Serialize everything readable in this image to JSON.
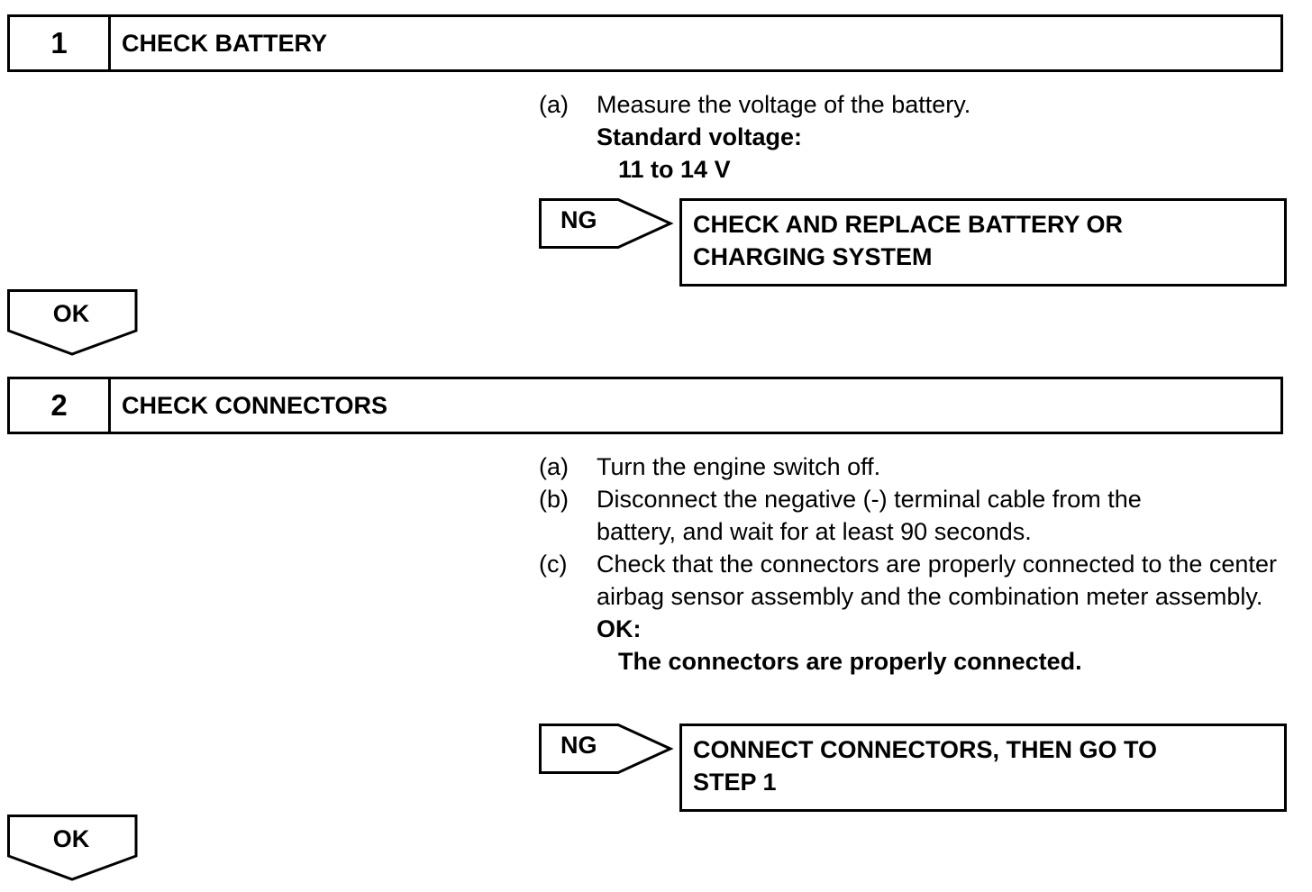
{
  "steps": [
    {
      "number": "1",
      "title": "CHECK BATTERY",
      "instructions": [
        {
          "letter": "(a)",
          "text": "Measure the voltage of the battery."
        }
      ],
      "spec_label": "Standard voltage:",
      "spec_value": "11 to 14 V",
      "ng_label": "NG",
      "ng_action_line1": "CHECK AND REPLACE BATTERY OR",
      "ng_action_line2": "CHARGING SYSTEM",
      "ok_label": "OK"
    },
    {
      "number": "2",
      "title": "CHECK CONNECTORS",
      "instructions": [
        {
          "letter": "(a)",
          "text": "Turn the engine switch off."
        },
        {
          "letter": "(b)",
          "text": "Disconnect the negative (-) terminal cable from the battery, and wait for at least 90 seconds."
        },
        {
          "letter": "(c)",
          "text": "Check that the connectors are properly connected to the center airbag sensor assembly and the combination meter assembly."
        }
      ],
      "spec_label": "OK:",
      "spec_value": "The connectors are properly connected.",
      "ng_label": "NG",
      "ng_action_line1": "CONNECT CONNECTORS, THEN GO TO",
      "ng_action_line2": "STEP 1",
      "ok_label": "OK"
    }
  ]
}
